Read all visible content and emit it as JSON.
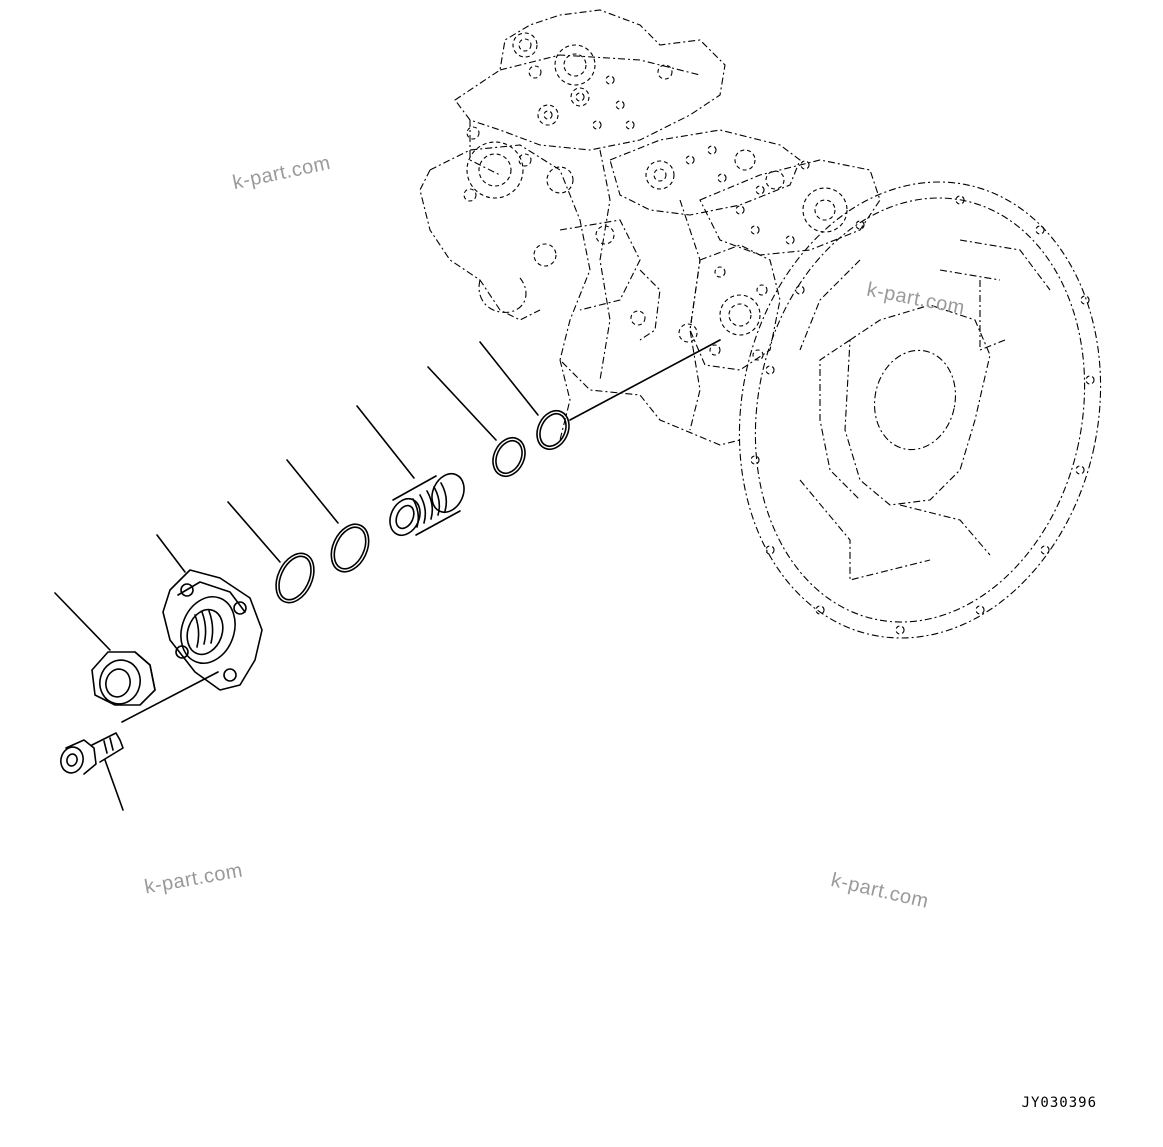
{
  "watermarks": [
    {
      "text": "k-part.com"
    },
    {
      "text": "k-part.com"
    },
    {
      "text": "k-part.com"
    },
    {
      "text": "k-part.com"
    }
  ],
  "reference_code": "JY030396",
  "colors": {
    "line": "#000000",
    "watermark": "#9a9a9a",
    "background": "#ffffff"
  },
  "parts": [
    {
      "icon": "pump-assembly-icon"
    },
    {
      "icon": "o-ring-icon"
    },
    {
      "icon": "o-ring-icon"
    },
    {
      "icon": "threaded-fitting-icon"
    },
    {
      "icon": "o-ring-icon"
    },
    {
      "icon": "o-ring-icon"
    },
    {
      "icon": "split-flange-icon"
    },
    {
      "icon": "nut-icon"
    },
    {
      "icon": "bolt-icon"
    }
  ]
}
